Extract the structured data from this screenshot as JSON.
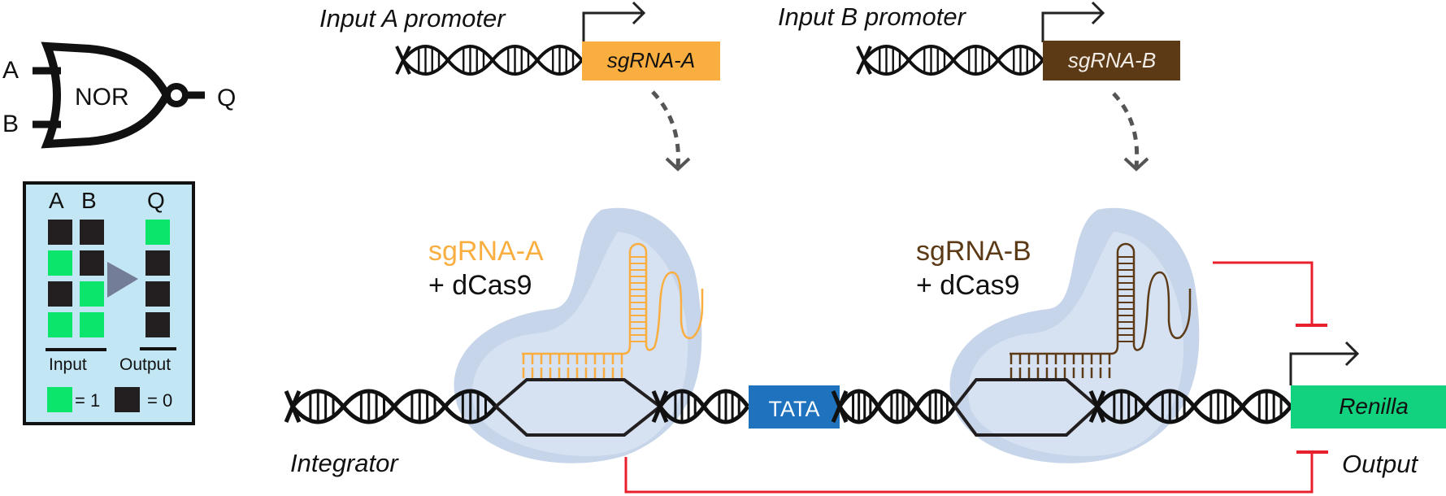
{
  "gate": {
    "name": "NOR",
    "input_a": "A",
    "input_b": "B",
    "output": "Q"
  },
  "truth_table": {
    "headers": {
      "a": "A",
      "b": "B",
      "q": "Q"
    },
    "rows": [
      {
        "a": 0,
        "b": 0,
        "q": 1
      },
      {
        "a": 1,
        "b": 0,
        "q": 0
      },
      {
        "a": 0,
        "b": 1,
        "q": 0
      },
      {
        "a": 1,
        "b": 1,
        "q": 0
      }
    ],
    "input_label": "Input",
    "output_label": "Output",
    "legend": {
      "one": "= 1",
      "zero": "= 0"
    }
  },
  "promoters": {
    "a": {
      "label": "Input A promoter",
      "gene": "sgRNA-A"
    },
    "b": {
      "label": "Input B promoter",
      "gene": "sgRNA-B"
    }
  },
  "complexes": {
    "a": {
      "guide": "sgRNA-A",
      "protein": "+ dCas9"
    },
    "b": {
      "guide": "sgRNA-B",
      "protein": "+ dCas9"
    }
  },
  "integrator": {
    "label": "Integrator",
    "tata": "TATA",
    "reporter": "Renilla",
    "output_label": "Output"
  },
  "colors": {
    "sgRNA_a": "#F9AE3F",
    "sgRNA_b": "#5C3A16",
    "tata": "#1F72BD",
    "renilla": "#13D27F",
    "repression": "#E8202E",
    "blob_outer": "#C7D5EA",
    "blob_inner": "#D6E1F1",
    "table_bg": "#C3E6F4",
    "bit_one": "#0CE56C",
    "bit_zero": "#231F20",
    "arrow_triangle": "#737D97",
    "dashed_arrow": "#555555"
  }
}
